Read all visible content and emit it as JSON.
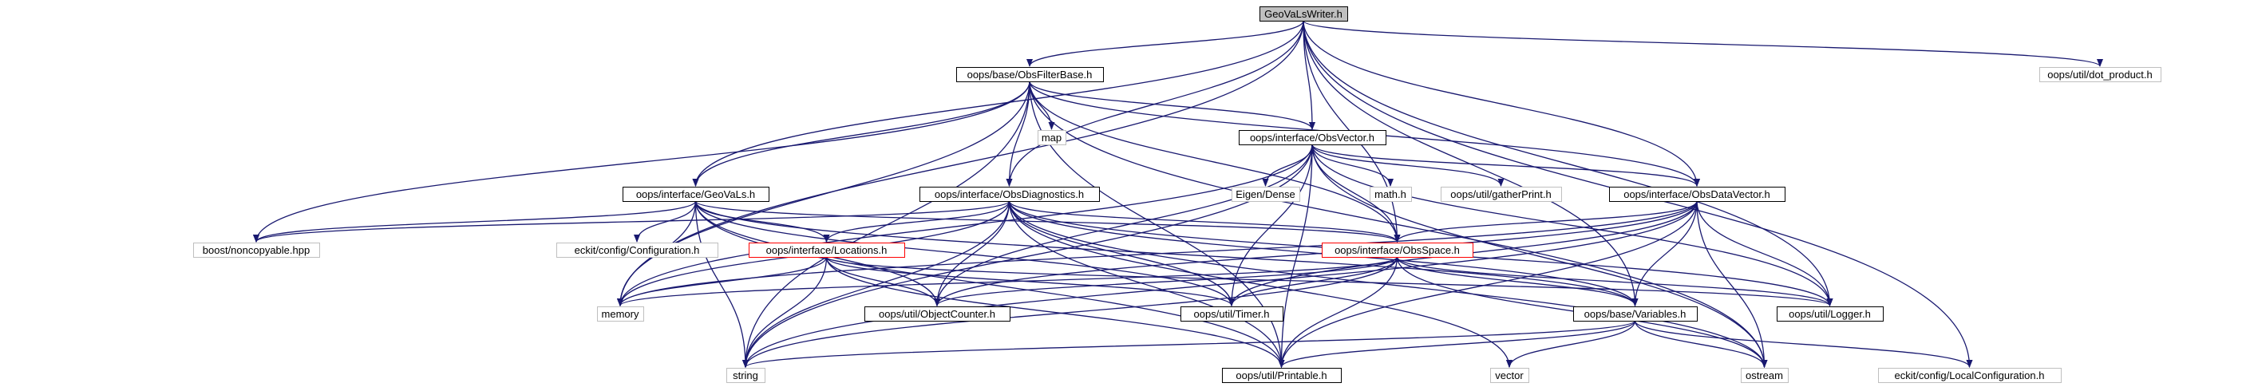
{
  "title": "GeoVaLsWriter.h",
  "colors": {
    "edge": "#191970",
    "ext_border": "#bfbfbf",
    "int_border": "#000000",
    "root_fill": "#bfbfbf",
    "red_border": "#ff0000",
    "text": "#000000"
  },
  "nodes": [
    {
      "id": "geovalswriter",
      "label": "GeoVaLsWriter.h",
      "kind": "root"
    },
    {
      "id": "obsfilterbase",
      "label": "oops/base/ObsFilterBase.h",
      "kind": "internal"
    },
    {
      "id": "dot_product",
      "label": "oops/util/dot_product.h",
      "kind": "external"
    },
    {
      "id": "map",
      "label": "map",
      "kind": "external"
    },
    {
      "id": "obsvector",
      "label": "oops/interface/ObsVector.h",
      "kind": "internal"
    },
    {
      "id": "geovals",
      "label": "oops/interface/GeoVaLs.h",
      "kind": "internal"
    },
    {
      "id": "obsdiagnostics",
      "label": "oops/interface/ObsDiagnostics.h",
      "kind": "internal"
    },
    {
      "id": "eigen",
      "label": "Eigen/Dense",
      "kind": "external"
    },
    {
      "id": "mathh",
      "label": "math.h",
      "kind": "external"
    },
    {
      "id": "gatherprint",
      "label": "oops/util/gatherPrint.h",
      "kind": "external"
    },
    {
      "id": "obsdatavector",
      "label": "oops/interface/ObsDataVector.h",
      "kind": "internal"
    },
    {
      "id": "noncopyable",
      "label": "boost/noncopyable.hpp",
      "kind": "external"
    },
    {
      "id": "configuration",
      "label": "eckit/config/Configuration.h",
      "kind": "external"
    },
    {
      "id": "locations",
      "label": "oops/interface/Locations.h",
      "kind": "red"
    },
    {
      "id": "obsspace",
      "label": "oops/interface/ObsSpace.h",
      "kind": "red"
    },
    {
      "id": "memory",
      "label": "memory",
      "kind": "external"
    },
    {
      "id": "objectcounter",
      "label": "oops/util/ObjectCounter.h",
      "kind": "internal"
    },
    {
      "id": "timer",
      "label": "oops/util/Timer.h",
      "kind": "internal"
    },
    {
      "id": "variables",
      "label": "oops/base/Variables.h",
      "kind": "internal"
    },
    {
      "id": "logger",
      "label": "oops/util/Logger.h",
      "kind": "internal"
    },
    {
      "id": "string",
      "label": "string",
      "kind": "external"
    },
    {
      "id": "printable",
      "label": "oops/util/Printable.h",
      "kind": "internal"
    },
    {
      "id": "vector",
      "label": "vector",
      "kind": "external"
    },
    {
      "id": "ostream",
      "label": "ostream",
      "kind": "external"
    },
    {
      "id": "localconfig",
      "label": "eckit/config/LocalConfiguration.h",
      "kind": "external"
    }
  ],
  "edges": [
    [
      "geovalswriter",
      "obsfilterbase"
    ],
    [
      "geovalswriter",
      "dot_product"
    ],
    [
      "geovalswriter",
      "obsvector"
    ],
    [
      "geovalswriter",
      "geovals"
    ],
    [
      "geovalswriter",
      "obsdiagnostics"
    ],
    [
      "geovalswriter",
      "obsdatavector"
    ],
    [
      "geovalswriter",
      "obsspace"
    ],
    [
      "geovalswriter",
      "memory"
    ],
    [
      "geovalswriter",
      "variables"
    ],
    [
      "geovalswriter",
      "logger"
    ],
    [
      "geovalswriter",
      "localconfig"
    ],
    [
      "obsfilterbase",
      "map"
    ],
    [
      "obsfilterbase",
      "obsvector"
    ],
    [
      "obsfilterbase",
      "geovals"
    ],
    [
      "obsfilterbase",
      "obsdiagnostics"
    ],
    [
      "obsfilterbase",
      "obsdatavector"
    ],
    [
      "obsfilterbase",
      "obsspace"
    ],
    [
      "obsfilterbase",
      "noncopyable"
    ],
    [
      "obsfilterbase",
      "memory"
    ],
    [
      "obsfilterbase",
      "string"
    ],
    [
      "obsfilterbase",
      "printable"
    ],
    [
      "obsfilterbase",
      "ostream"
    ],
    [
      "obsvector",
      "eigen"
    ],
    [
      "obsvector",
      "mathh"
    ],
    [
      "obsvector",
      "gatherprint"
    ],
    [
      "obsvector",
      "obsdatavector"
    ],
    [
      "obsvector",
      "obsspace"
    ],
    [
      "obsvector",
      "memory"
    ],
    [
      "obsvector",
      "objectcounter"
    ],
    [
      "obsvector",
      "timer"
    ],
    [
      "obsvector",
      "logger"
    ],
    [
      "obsvector",
      "string"
    ],
    [
      "obsvector",
      "printable"
    ],
    [
      "obsvector",
      "ostream"
    ],
    [
      "geovals",
      "noncopyable"
    ],
    [
      "geovals",
      "configuration"
    ],
    [
      "geovals",
      "locations"
    ],
    [
      "geovals",
      "obsspace"
    ],
    [
      "geovals",
      "memory"
    ],
    [
      "geovals",
      "objectcounter"
    ],
    [
      "geovals",
      "timer"
    ],
    [
      "geovals",
      "variables"
    ],
    [
      "geovals",
      "string"
    ],
    [
      "geovals",
      "printable"
    ],
    [
      "obsdiagnostics",
      "noncopyable"
    ],
    [
      "obsdiagnostics",
      "locations"
    ],
    [
      "obsdiagnostics",
      "obsspace"
    ],
    [
      "obsdiagnostics",
      "memory"
    ],
    [
      "obsdiagnostics",
      "objectcounter"
    ],
    [
      "obsdiagnostics",
      "timer"
    ],
    [
      "obsdiagnostics",
      "variables"
    ],
    [
      "obsdiagnostics",
      "logger"
    ],
    [
      "obsdiagnostics",
      "string"
    ],
    [
      "obsdiagnostics",
      "printable"
    ],
    [
      "obsdiagnostics",
      "vector"
    ],
    [
      "obsdiagnostics",
      "ostream"
    ],
    [
      "obsdatavector",
      "obsspace"
    ],
    [
      "obsdatavector",
      "memory"
    ],
    [
      "obsdatavector",
      "objectcounter"
    ],
    [
      "obsdatavector",
      "timer"
    ],
    [
      "obsdatavector",
      "variables"
    ],
    [
      "obsdatavector",
      "logger"
    ],
    [
      "obsdatavector",
      "string"
    ],
    [
      "obsdatavector",
      "printable"
    ],
    [
      "obsdatavector",
      "ostream"
    ],
    [
      "locations",
      "memory"
    ],
    [
      "locations",
      "objectcounter"
    ],
    [
      "locations",
      "timer"
    ],
    [
      "locations",
      "logger"
    ],
    [
      "locations",
      "string"
    ],
    [
      "locations",
      "printable"
    ],
    [
      "obsspace",
      "memory"
    ],
    [
      "obsspace",
      "objectcounter"
    ],
    [
      "obsspace",
      "timer"
    ],
    [
      "obsspace",
      "variables"
    ],
    [
      "obsspace",
      "logger"
    ],
    [
      "obsspace",
      "string"
    ],
    [
      "obsspace",
      "printable"
    ],
    [
      "obsspace",
      "ostream"
    ],
    [
      "variables",
      "localconfig"
    ],
    [
      "variables",
      "string"
    ],
    [
      "variables",
      "printable"
    ],
    [
      "variables",
      "vector"
    ],
    [
      "variables",
      "ostream"
    ]
  ]
}
